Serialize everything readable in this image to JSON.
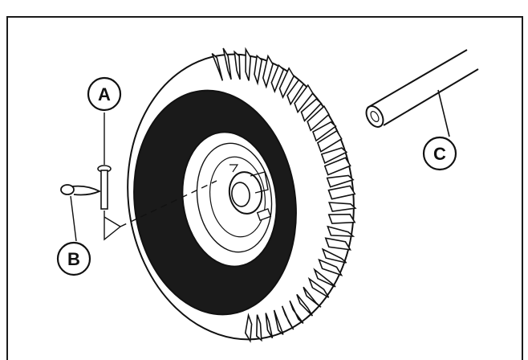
{
  "callouts": {
    "a": "A",
    "b": "B",
    "c": "C"
  },
  "colors": {
    "line": "#111111",
    "tire": "#1a1a1a",
    "background": "#ffffff"
  },
  "icons": {
    "clevis_pin": "clevis-pin-icon",
    "hairpin_cotter": "hairpin-cotter-pin-icon",
    "axle": "axle-shaft-icon",
    "wheel": "snow-tire-wheel-icon"
  }
}
